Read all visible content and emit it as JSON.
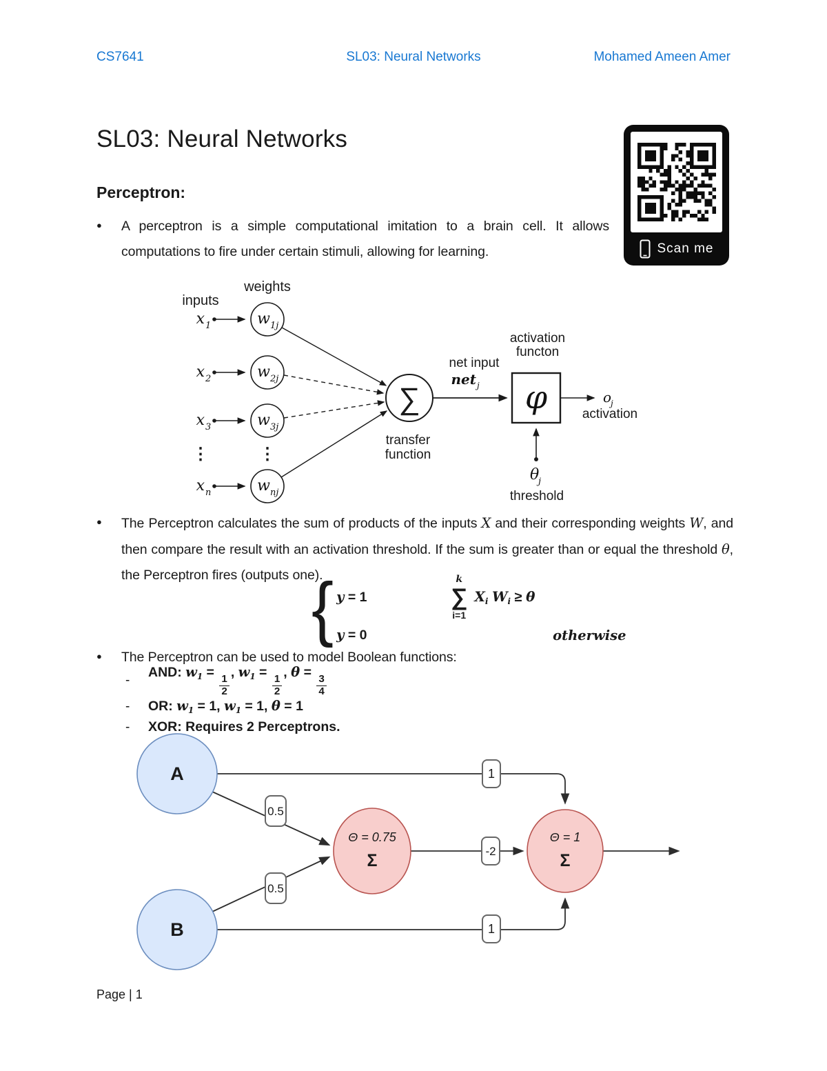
{
  "header": {
    "left": "CS7641",
    "center": "SL03: Neural Networks",
    "right": "Mohamed Ameen Amer",
    "accent_color": "#1878d2"
  },
  "title": "SL03: Neural Networks",
  "qr": {
    "scan_label": "Scan me"
  },
  "section_heading": "Perceptron:",
  "bullet1": "A perceptron is a simple computational imitation to a brain cell. It allows computations to fire under certain stimuli, allowing for learning.",
  "bullet2": {
    "p1": "The Perceptron calculates the sum of products of the inputs ",
    "v1": "X",
    "p2": " and their corresponding weights ",
    "v2": "W",
    "p3": ", and then compare the result with an activation threshold. If the sum is greater than or equal the threshold ",
    "v3": "θ",
    "p4": ", the Perceptron fires (outputs one)."
  },
  "piecewise": {
    "brace": "{",
    "case1": [
      {
        "t": "y",
        "cls": "vi"
      },
      {
        "t": " = "
      },
      {
        "t": "1"
      }
    ],
    "case2": [
      {
        "t": "y",
        "cls": "vi"
      },
      {
        "t": " = "
      },
      {
        "t": "0"
      }
    ],
    "sum_upper": "k",
    "sum_sigma": "∑",
    "sum_lower": "i=1",
    "cond1": [
      {
        "t": "X",
        "cls": "vi",
        "sub": "i"
      },
      {
        "t": " ",
        "cls": ""
      },
      {
        "t": "W",
        "cls": "vi",
        "sub": "i"
      },
      {
        "t": "  ≥ "
      },
      {
        "t": "θ",
        "cls": "vi"
      }
    ],
    "cond2": "otherwise"
  },
  "bullet3": "The Perceptron can be used to model Boolean functions:",
  "boolean_list": [
    {
      "formula": [
        {
          "t": "AND: "
        },
        {
          "t": "w",
          "cls": "vi",
          "sub": "1"
        },
        {
          "t": " = "
        },
        {
          "frac": [
            "1",
            "2"
          ]
        },
        {
          "t": ", "
        },
        {
          "t": "w",
          "cls": "vi",
          "sub": "1"
        },
        {
          "t": " = "
        },
        {
          "frac": [
            "1",
            "2"
          ]
        },
        {
          "t": ", "
        },
        {
          "t": "θ",
          "cls": "vi"
        },
        {
          "t": " = "
        },
        {
          "frac": [
            "3",
            "4"
          ]
        }
      ]
    },
    {
      "formula": [
        {
          "t": "OR: "
        },
        {
          "t": "w",
          "cls": "vi",
          "sub": "1"
        },
        {
          "t": " = 1, "
        },
        {
          "t": "w",
          "cls": "vi",
          "sub": "1"
        },
        {
          "t": " = 1, "
        },
        {
          "t": "θ",
          "cls": "vi"
        },
        {
          "t": " = 1"
        }
      ]
    },
    {
      "formula": [
        {
          "t": "XOR: Requires 2 Perceptrons."
        }
      ]
    }
  ],
  "perceptron": {
    "labels": {
      "inputs": "inputs",
      "weights": "weights",
      "transfer_line1": "transfer",
      "transfer_line2": "function",
      "net_input": "net input",
      "net_sym": "net",
      "net_sub": "j",
      "act_line1": "activation",
      "act_line2": "functon",
      "sigma": "∑",
      "phi": "φ",
      "out_sym": "o",
      "out_sub": "j",
      "out_label": "activation",
      "theta_sym": "θ",
      "theta_sub": "j",
      "theta_label": "threshold",
      "dots": "⋮"
    },
    "rows": [
      {
        "x": "x",
        "x_sub": "1",
        "w": "w",
        "w_sub": "1j"
      },
      {
        "x": "x",
        "x_sub": "2",
        "w": "w",
        "w_sub": "2j"
      },
      {
        "x": "x",
        "x_sub": "3",
        "w": "w",
        "w_sub": "3j"
      },
      {
        "x": "x",
        "x_sub": "n",
        "w": "w",
        "w_sub": "nj"
      }
    ]
  },
  "xor": {
    "inputs": [
      {
        "label": "A"
      },
      {
        "label": "B"
      }
    ],
    "neurons": [
      {
        "threshold": "Θ = 0.75",
        "sum": "Σ"
      },
      {
        "threshold": "Θ = 1",
        "sum": "Σ"
      }
    ],
    "weights": {
      "a_to_out": "1",
      "a_to_h": "0.5",
      "b_to_h": "0.5",
      "h_to_out": "-2",
      "b_to_out": "1"
    },
    "colors": {
      "input_fill": "#dae8fc",
      "input_stroke": "#6c8ebf",
      "neuron_fill": "#f8cecc",
      "neuron_stroke": "#b85450"
    }
  },
  "footer": "Page | 1"
}
